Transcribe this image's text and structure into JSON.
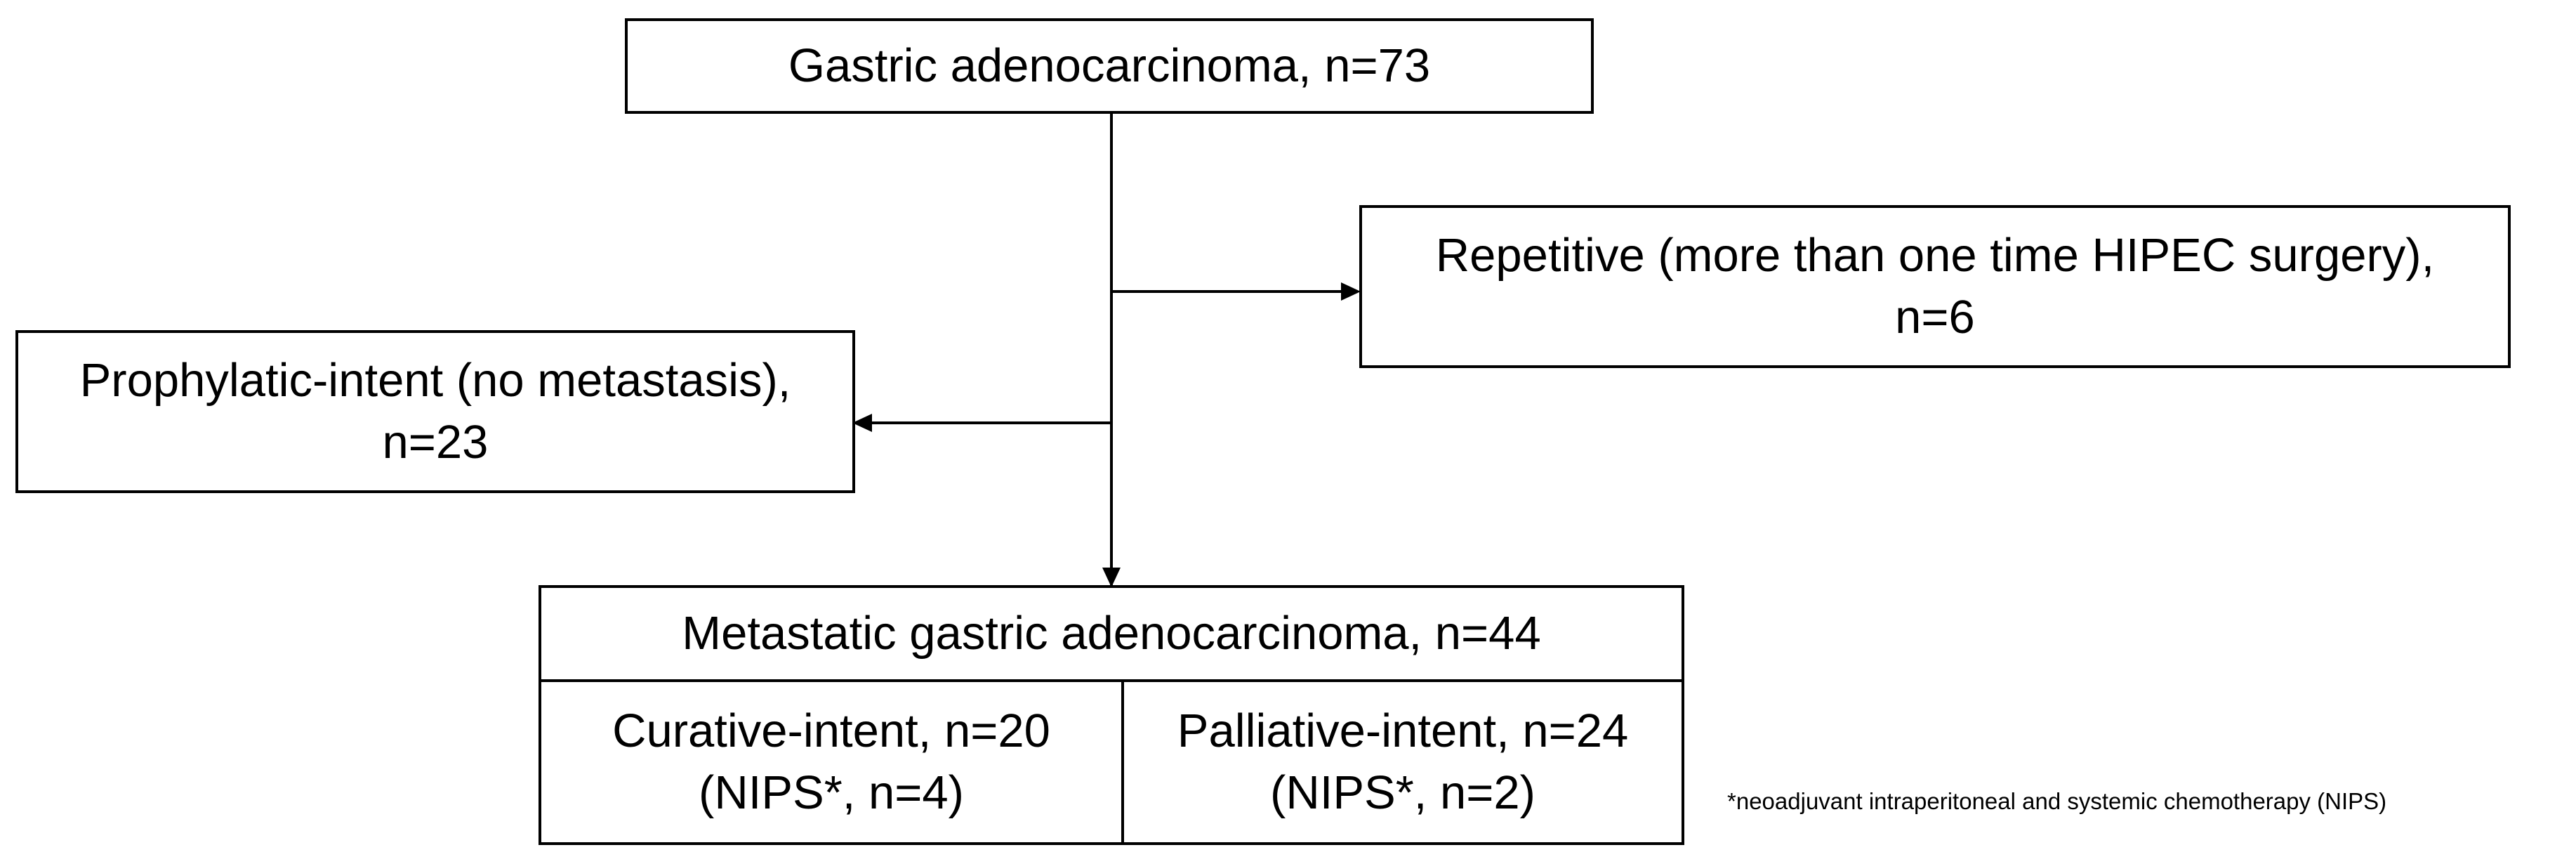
{
  "diagram": {
    "root": {
      "label": "Gastric adenocarcinoma, n=73"
    },
    "repetitive": {
      "line1": "Repetitive (more than one time HIPEC surgery),",
      "line2": "n=6"
    },
    "prophylactic": {
      "line1": "Prophylatic-intent (no metastasis),",
      "line2": "n=23"
    },
    "metastatic": {
      "title": "Metastatic gastric adenocarcinoma, n=44",
      "curative": {
        "line1": "Curative-intent, n=20",
        "line2": "(NIPS*, n=4)"
      },
      "palliative": {
        "line1": "Palliative-intent, n=24",
        "line2": "(NIPS*, n=2)"
      }
    },
    "footnote": "*neoadjuvant intraperitoneal and systemic chemotherapy (NIPS)"
  },
  "colors": {
    "stroke": "#000000",
    "background": "#ffffff"
  }
}
